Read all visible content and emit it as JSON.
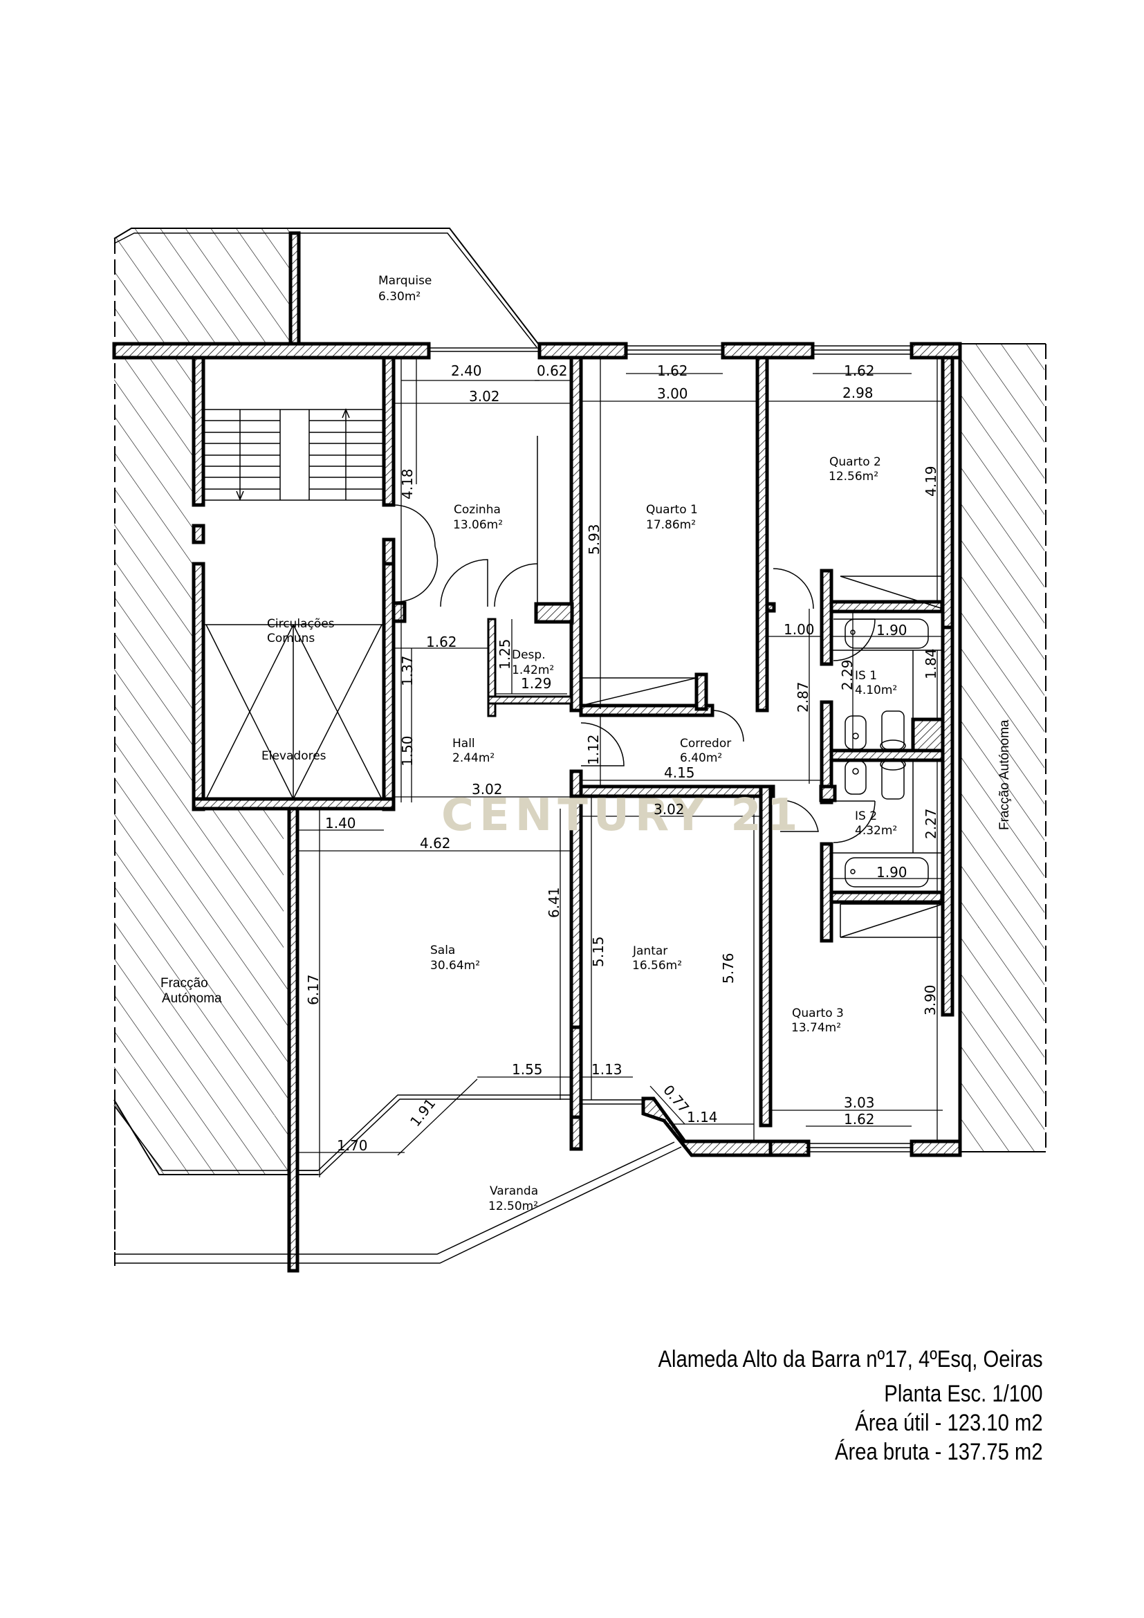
{
  "title_block": {
    "address": "Alameda Alto da Barra nº17, 4ºEsq, Oeiras",
    "scale": "Planta Esc. 1/100",
    "useful_area": "Área útil - 123.10 m2",
    "gross_area": "Área bruta - 137.75 m2"
  },
  "watermark": "CENTURY 21",
  "colors": {
    "watermark": "#d9d4c1",
    "lines": "#000000",
    "background": "#ffffff"
  },
  "rooms": {
    "marquise": {
      "name": "Marquise",
      "area": "6.30m²"
    },
    "circulacoes": {
      "name_l1": "Circulações",
      "name_l2": "Comuns"
    },
    "elevadores": {
      "name": "Elevadores"
    },
    "cozinha": {
      "name": "Cozinha",
      "area": "13.06m²"
    },
    "despensa": {
      "name": "Desp.",
      "area": "1.42m²"
    },
    "quarto1": {
      "name": "Quarto 1",
      "area": "17.86m²"
    },
    "quarto2": {
      "name": "Quarto 2",
      "area": "12.56m²"
    },
    "hall": {
      "name": "Hall",
      "area": "2.44m²"
    },
    "corredor": {
      "name": "Corredor",
      "area": "6.40m²"
    },
    "is1": {
      "name": "IS 1",
      "area": "4.10m²"
    },
    "is2": {
      "name": "IS 2",
      "area": "4.32m²"
    },
    "sala": {
      "name": "Sala",
      "area": "30.64m²"
    },
    "jantar": {
      "name": "Jantar",
      "area": "16.56m²"
    },
    "quarto3": {
      "name": "Quarto 3",
      "area": "13.74m²"
    },
    "varanda": {
      "name": "Varanda",
      "area": "12.50m²"
    },
    "fraccao_left": {
      "name_l1": "Fracção",
      "name_l2": "Autónoma"
    },
    "fraccao_right": {
      "name": "Fracção Autónoma"
    }
  },
  "dimensions": {
    "cozinha_window": "2.40",
    "cozinha_gap": "0.62",
    "cozinha_width": "3.02",
    "cozinha_height": "4.18",
    "hall_door": "1.62",
    "hall_v1": "1.37",
    "hall_v2": "1.50",
    "hall_width": "3.02",
    "desp_v": "1.25",
    "desp_w": "1.29",
    "quarto1_window": "1.62",
    "quarto1_width": "3.00",
    "quarto1_height": "5.93",
    "quarto2_window": "1.62",
    "quarto2_width": "2.98",
    "quarto2_height": "4.19",
    "corredor_w1": "1.00",
    "corredor_h": "2.87",
    "corredor_w": "4.15",
    "corredor_v": "1.12",
    "is1_bath": "1.90",
    "is1_v1": "2.29",
    "is1_v2": "1.84",
    "is2_v": "2.27",
    "is2_bath": "1.90",
    "sala_w1": "1.40",
    "sala_w": "4.62",
    "sala_h": "6.17",
    "sala_h2": "6.41",
    "sala_b1": "1.70",
    "sala_diag": "1.91",
    "sala_b2": "1.55",
    "jantar_w": "3.02",
    "jantar_h1": "5.15",
    "jantar_h2": "5.76",
    "jantar_b1": "1.13",
    "jantar_diag": "0.77",
    "jantar_b2": "1.14",
    "quarto3_h": "3.90",
    "quarto3_w": "3.03",
    "quarto3_window": "1.62"
  }
}
